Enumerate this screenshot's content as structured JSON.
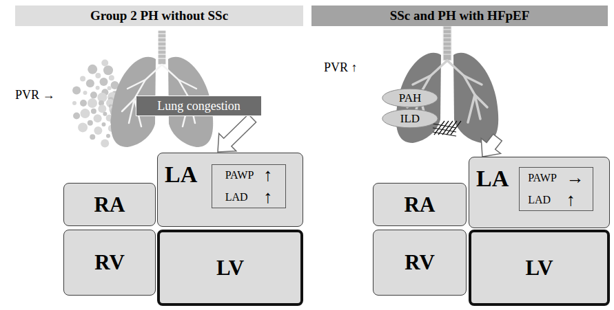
{
  "diagram": {
    "nodes": [
      {
        "text": [
          "Group 2 PH without SSc"
        ]
      },
      {
        "text": [
          "SSc and PH with HFpEF"
        ]
      },
      {
        "text": [
          "Lung congestion"
        ]
      },
      {
        "text": [
          "LA"
        ]
      },
      {
        "text": [
          "PAWP",
          "↑",
          "LAD",
          "↑"
        ],
        "in": 3
      },
      {
        "text": [
          "RA"
        ]
      },
      {
        "text": [
          "RV"
        ]
      },
      {
        "text": [
          "LV"
        ]
      },
      {
        "text": [
          "PAH"
        ]
      },
      {
        "text": [
          "ILD"
        ]
      },
      {
        "text": [
          "LA"
        ]
      },
      {
        "text": [
          "PAWP",
          "→",
          "LAD",
          "↑"
        ],
        "in": 10
      },
      {
        "text": [
          "RA"
        ]
      },
      {
        "text": [
          "RV"
        ]
      },
      {
        "text": [
          "LV"
        ]
      }
    ],
    "edges": [
      {
        "from": 2,
        "to": 3,
        "arrow": "to"
      }
    ],
    "labels": [
      "PVR →",
      "PVR ↑"
    ]
  }
}
